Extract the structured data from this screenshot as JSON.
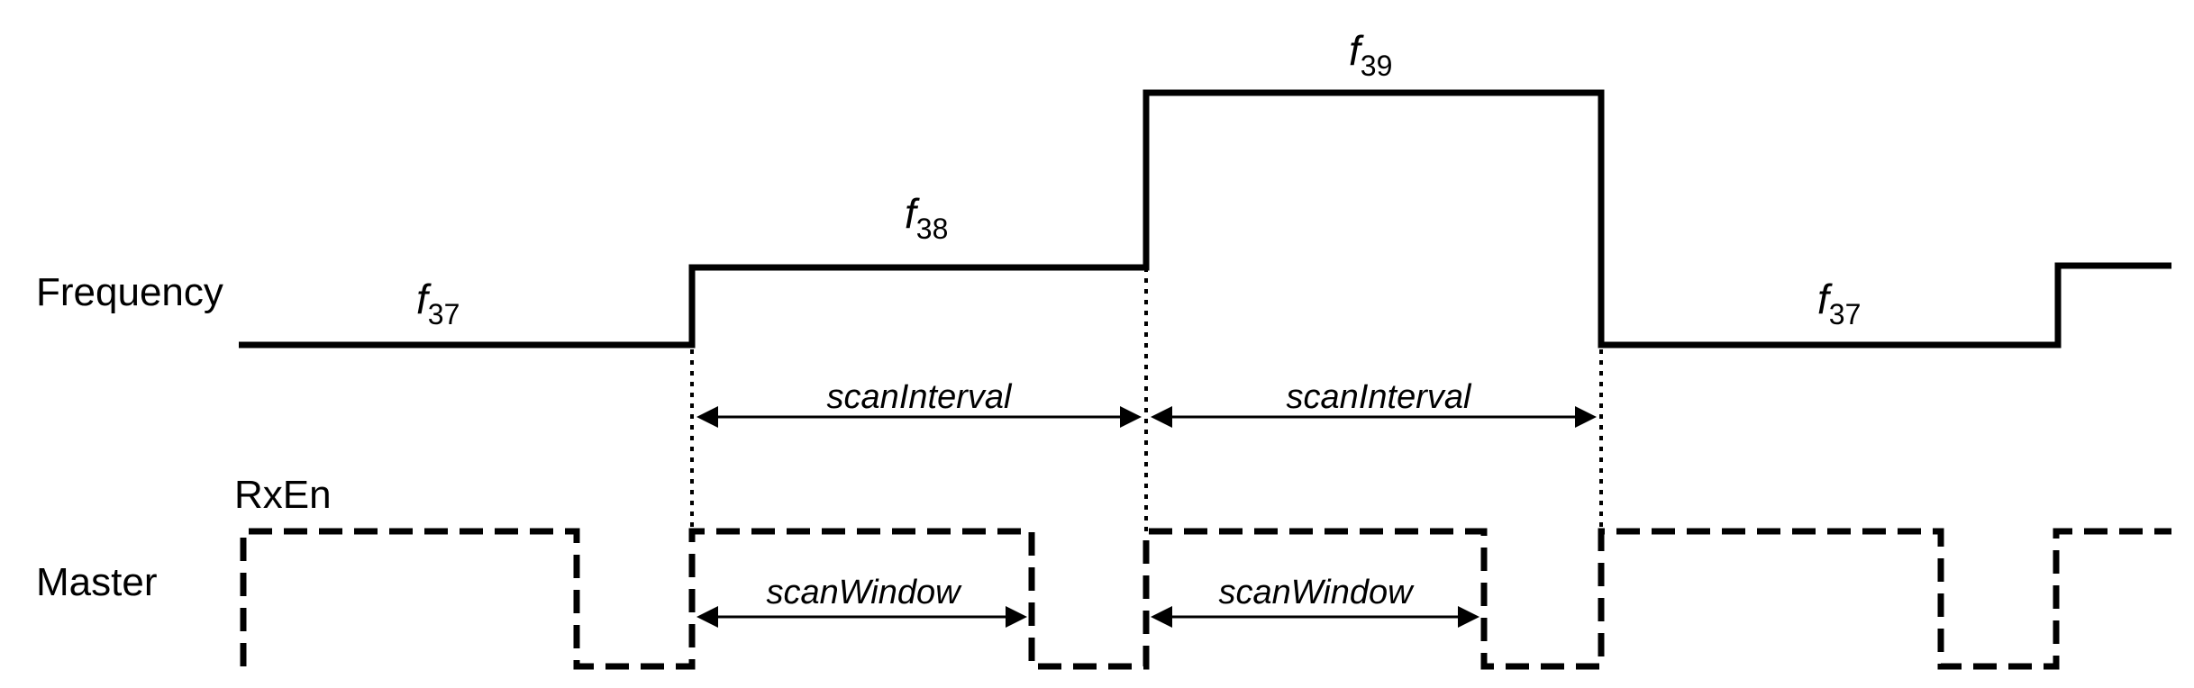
{
  "labels": {
    "frequency": "Frequency",
    "rxen": "RxEn",
    "master": "Master"
  },
  "frequencies": [
    {
      "base": "f",
      "sub": "37"
    },
    {
      "base": "f",
      "sub": "38"
    },
    {
      "base": "f",
      "sub": "39"
    },
    {
      "base": "f",
      "sub": "37"
    }
  ],
  "intervals": [
    {
      "label": "scanInterval"
    },
    {
      "label": "scanInterval"
    }
  ],
  "windows": [
    {
      "label": "scanWindow"
    },
    {
      "label": "scanWindow"
    }
  ]
}
